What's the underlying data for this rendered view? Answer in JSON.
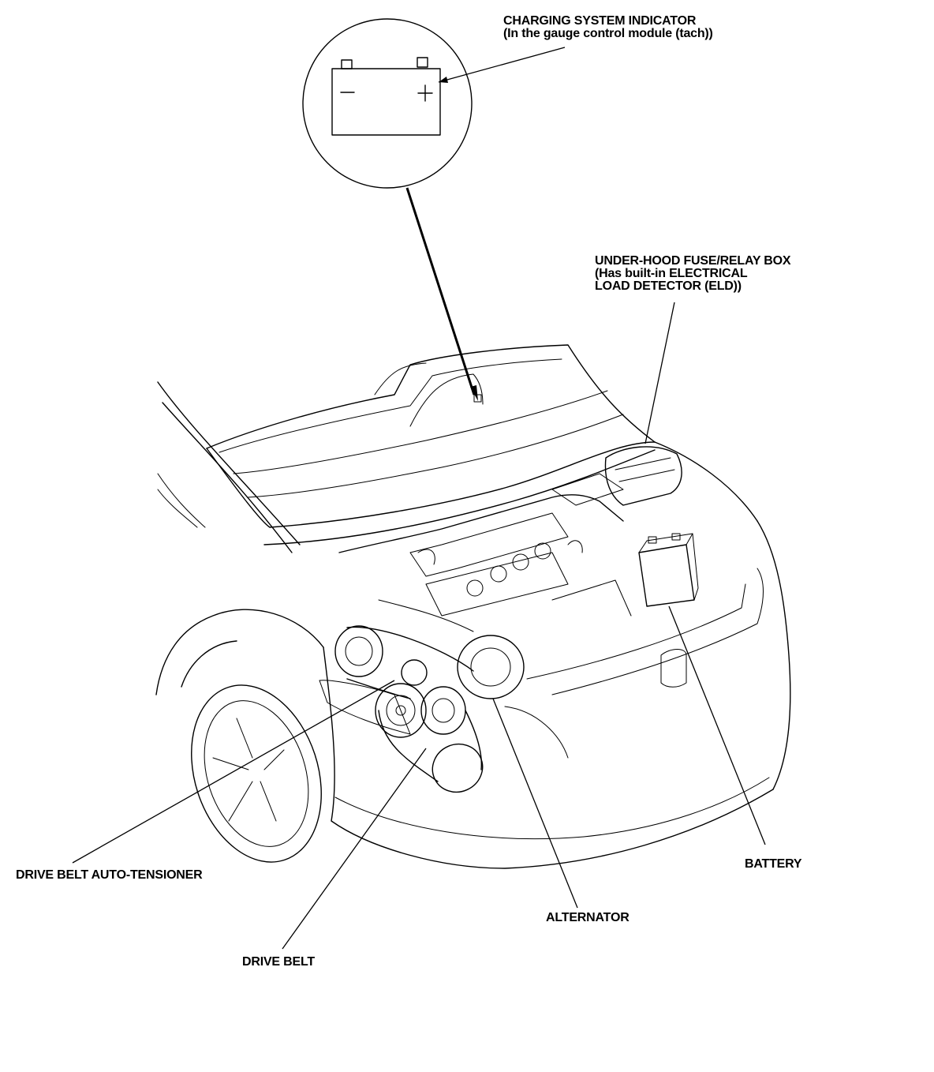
{
  "labels": {
    "charging_indicator_line1": "CHARGING SYSTEM INDICATOR",
    "charging_indicator_line2": "(In the gauge control module (tach))",
    "fuse_box_line1": "UNDER-HOOD FUSE/RELAY BOX",
    "fuse_box_line2": "(Has built-in ELECTRICAL",
    "fuse_box_line3": "LOAD DETECTOR (ELD))",
    "battery": "BATTERY",
    "alternator": "ALTERNATOR",
    "drive_belt_auto_tensioner": "DRIVE BELT AUTO-TENSIONER",
    "drive_belt": "DRIVE BELT"
  },
  "battery_symbol": {
    "negative": "−",
    "positive": "+"
  },
  "colors": {
    "ink": "#000000",
    "paper": "#ffffff"
  }
}
